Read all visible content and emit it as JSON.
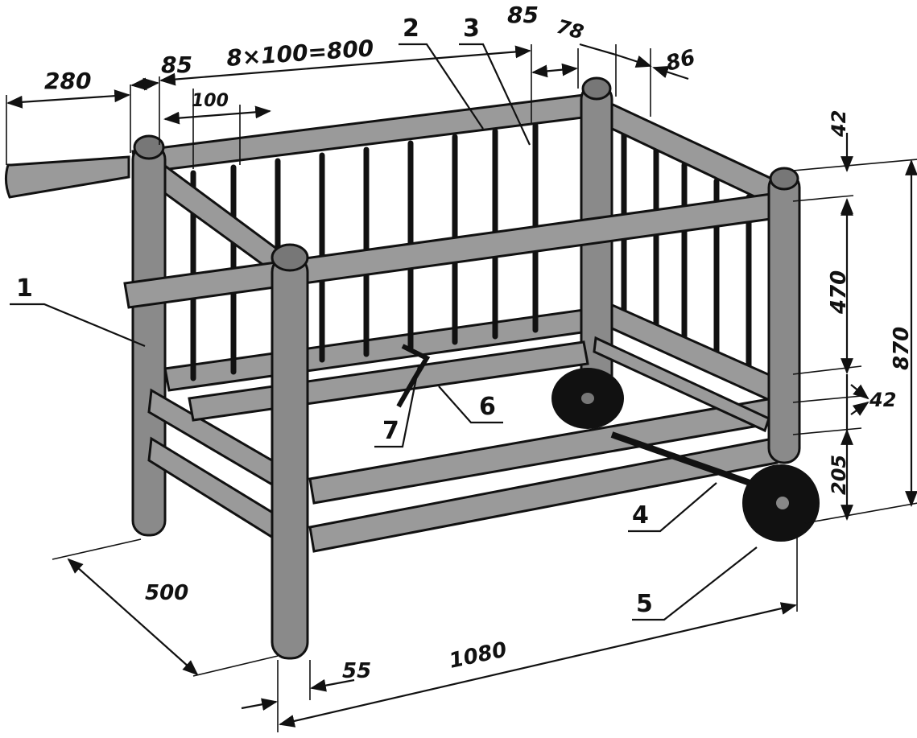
{
  "dimensions": {
    "handle_length": "280",
    "post_offset_left": "85",
    "slat_series": "8×100=800",
    "slat_spacing": "100",
    "post_offset_right": "85",
    "end_offset": "78",
    "end_post_offset": "86",
    "top_rail_height": "42",
    "side_panel_height": "470",
    "overall_height": "870",
    "lower_rail_height": "42",
    "leg_height": "205",
    "depth": "500",
    "leg_width": "55",
    "overall_length": "1080"
  },
  "callouts": [
    "1",
    "2",
    "3",
    "4",
    "5",
    "6",
    "7"
  ]
}
